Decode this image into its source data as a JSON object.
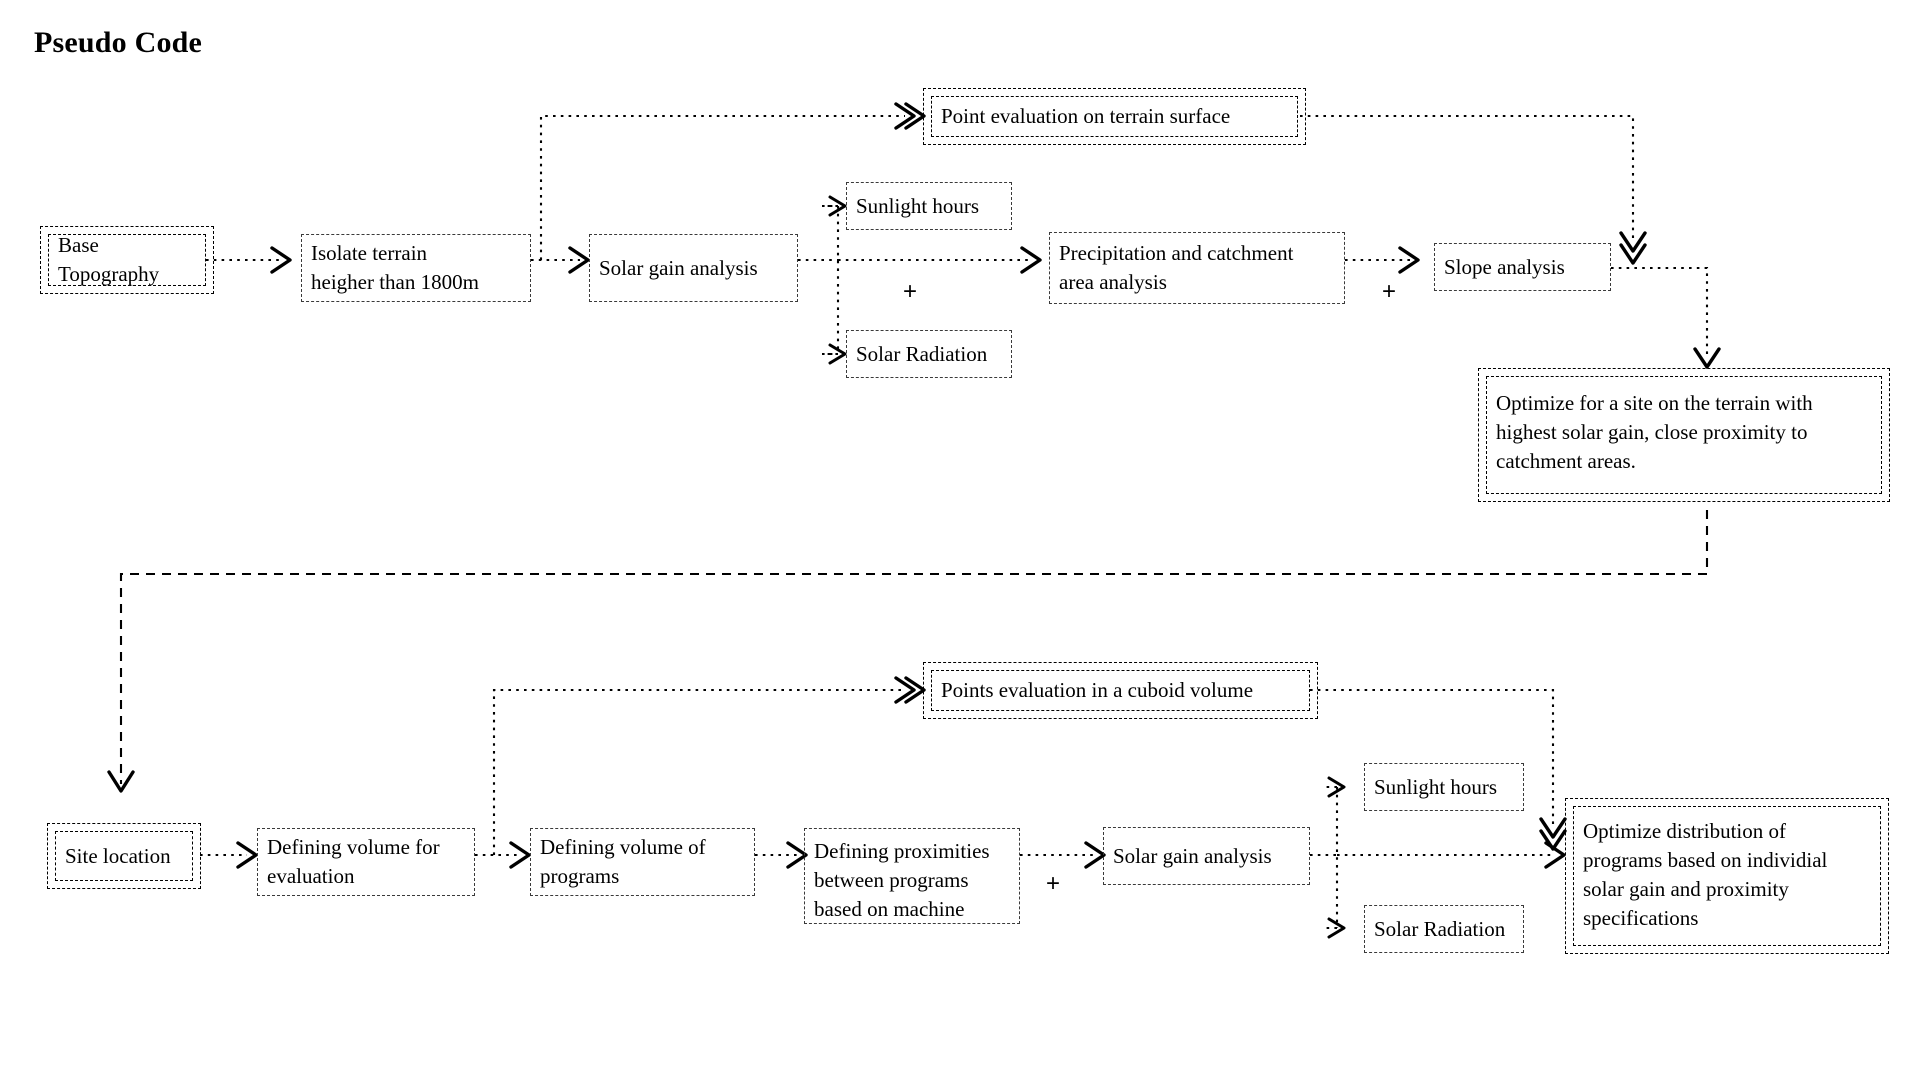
{
  "page": {
    "title": "Pseudo Code",
    "background_color": "#ffffff",
    "line_color": "#000000",
    "text_color": "#000000"
  },
  "diagram": {
    "type": "flowchart",
    "orientation": "left-to-right, two rows",
    "operators": [
      {
        "name": "plus-top-row",
        "symbol": "+"
      },
      {
        "name": "plus-top-row-2",
        "symbol": "+"
      },
      {
        "name": "plus-bottom-row",
        "symbol": "+"
      }
    ],
    "nodes": [
      {
        "id": "base_topography",
        "label": "Base Topography",
        "emphasis": "double",
        "row": "top"
      },
      {
        "id": "isolate_terrain",
        "label": "Isolate terrain\nheigher than 1800m",
        "emphasis": "single",
        "row": "top"
      },
      {
        "id": "solar_gain_top",
        "label": "Solar gain analysis",
        "emphasis": "single",
        "row": "top"
      },
      {
        "id": "point_eval_terrain",
        "label": "Point evaluation on terrain surface",
        "emphasis": "double",
        "row": "top"
      },
      {
        "id": "sunlight_hours_top",
        "label": "Sunlight hours",
        "emphasis": "single",
        "row": "top"
      },
      {
        "id": "solar_radiation_top",
        "label": "Solar Radiation",
        "emphasis": "single",
        "row": "top"
      },
      {
        "id": "precipitation",
        "label": "Precipitation and catchment\narea analysis",
        "emphasis": "single",
        "row": "top"
      },
      {
        "id": "slope_analysis",
        "label": "Slope analysis",
        "emphasis": "single",
        "row": "top"
      },
      {
        "id": "optimize_site",
        "label": "Optimize for a site on the terrain with\nhighest solar gain, close proximity to\ncatchment areas.",
        "emphasis": "double",
        "row": "top"
      },
      {
        "id": "site_location",
        "label": "Site location",
        "emphasis": "double",
        "row": "bottom"
      },
      {
        "id": "defining_volume_eval",
        "label": "Defining volume for\nevaluation",
        "emphasis": "single",
        "row": "bottom"
      },
      {
        "id": "defining_volume_prog",
        "label": "Defining volume of\nprograms",
        "emphasis": "single",
        "row": "bottom"
      },
      {
        "id": "defining_proximities",
        "label": "Defining proximities\nbetween programs\nbased on machine",
        "emphasis": "single",
        "row": "bottom"
      },
      {
        "id": "points_eval_cuboid",
        "label": "Points evaluation in a cuboid volume",
        "emphasis": "double",
        "row": "bottom"
      },
      {
        "id": "solar_gain_bottom",
        "label": "Solar gain analysis",
        "emphasis": "single",
        "row": "bottom"
      },
      {
        "id": "sunlight_hours_bottom",
        "label": "Sunlight hours",
        "emphasis": "single",
        "row": "bottom"
      },
      {
        "id": "solar_radiation_bottom",
        "label": "Solar Radiation",
        "emphasis": "single",
        "row": "bottom"
      },
      {
        "id": "optimize_programs",
        "label": "Optimize distribution of\nprograms based on individial\nsolar gain and proximity\nspecifications",
        "emphasis": "double",
        "row": "bottom"
      }
    ],
    "edges": [
      {
        "from": "base_topography",
        "to": "isolate_terrain",
        "style": "dotted",
        "arrow": "single-chevron"
      },
      {
        "from": "isolate_terrain",
        "to": "solar_gain_top",
        "style": "dotted",
        "arrow": "single-chevron"
      },
      {
        "from": "isolate_terrain",
        "to": "point_eval_terrain",
        "style": "dotted",
        "arrow": "double-chevron"
      },
      {
        "from": "solar_gain_top",
        "to": "sunlight_hours_top",
        "style": "dotted",
        "arrow": "single-chevron"
      },
      {
        "from": "solar_gain_top",
        "to": "solar_radiation_top",
        "style": "dotted",
        "arrow": "single-chevron"
      },
      {
        "from": "solar_gain_top",
        "to": "precipitation",
        "style": "dotted",
        "arrow": "single-chevron",
        "operator": "+"
      },
      {
        "from": "precipitation",
        "to": "slope_analysis",
        "style": "dotted",
        "arrow": "single-chevron",
        "operator": "+"
      },
      {
        "from": "point_eval_terrain",
        "to": "slope_analysis",
        "style": "dotted",
        "arrow": "double-chevron"
      },
      {
        "from": "slope_analysis",
        "to": "optimize_site",
        "style": "dotted",
        "arrow": "single-chevron"
      },
      {
        "from": "optimize_site",
        "to": "site_location",
        "style": "dashed",
        "arrow": "single-chevron"
      },
      {
        "from": "site_location",
        "to": "defining_volume_eval",
        "style": "dotted",
        "arrow": "single-chevron"
      },
      {
        "from": "defining_volume_eval",
        "to": "defining_volume_prog",
        "style": "dotted",
        "arrow": "single-chevron"
      },
      {
        "from": "defining_volume_prog",
        "to": "points_eval_cuboid",
        "style": "dotted",
        "arrow": "double-chevron"
      },
      {
        "from": "defining_volume_prog",
        "to": "defining_proximities",
        "style": "dotted",
        "arrow": "single-chevron"
      },
      {
        "from": "defining_proximities",
        "to": "solar_gain_bottom",
        "style": "dotted",
        "arrow": "single-chevron",
        "operator": "+"
      },
      {
        "from": "solar_gain_bottom",
        "to": "sunlight_hours_bottom",
        "style": "dotted",
        "arrow": "single-chevron"
      },
      {
        "from": "solar_gain_bottom",
        "to": "solar_radiation_bottom",
        "style": "dotted",
        "arrow": "single-chevron"
      },
      {
        "from": "solar_gain_bottom",
        "to": "optimize_programs",
        "style": "dotted",
        "arrow": "single-chevron"
      },
      {
        "from": "points_eval_cuboid",
        "to": "optimize_programs",
        "style": "dotted",
        "arrow": "double-chevron"
      }
    ]
  }
}
